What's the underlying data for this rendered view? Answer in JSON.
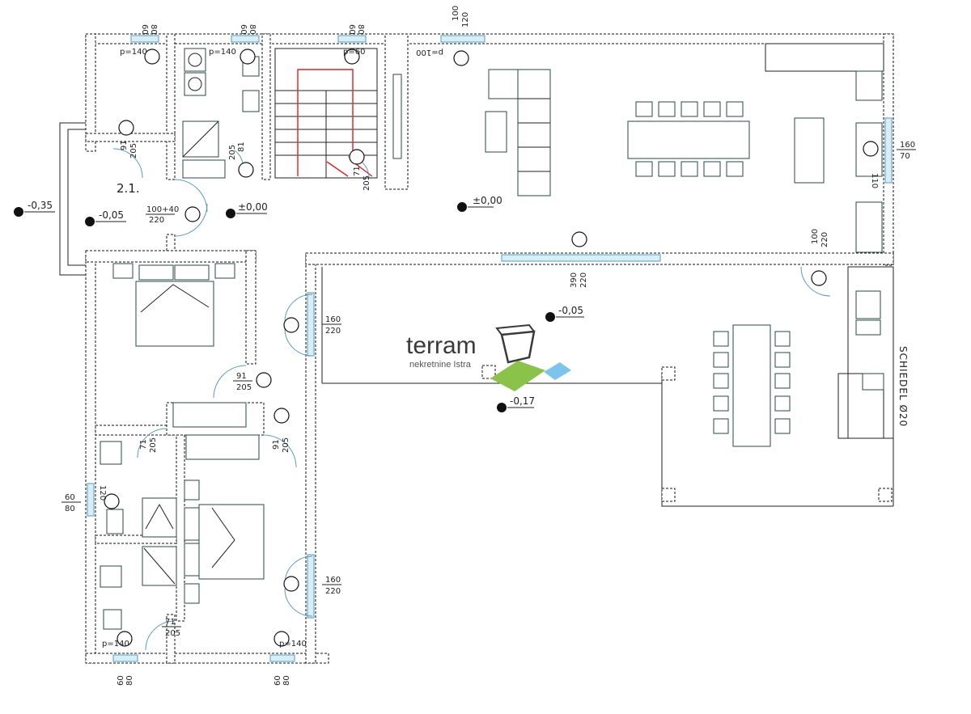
{
  "plan": {
    "room_number": "2.1.",
    "brand": {
      "name": "terram",
      "tagline": "nekretnine Istra",
      "colors": {
        "green": "#8bc34a",
        "blue": "#7cc4ec",
        "dark": "#3a3a3a"
      }
    },
    "chimney_note": "SCHIEDEL Ø20",
    "levels": {
      "west_outside": "-0,35",
      "entry": "-0,05",
      "hall": "±0,00",
      "living": "±0,00",
      "terrace": "-0,05",
      "terrace_low": "-0,17"
    },
    "parapets": {
      "wc": "p=140",
      "laundry": "p=140",
      "stairs": "p=60",
      "living": "p=100",
      "bath_bottom": "p=140",
      "bed_bottom": "p=140"
    },
    "openings": {
      "top_1": [
        "60",
        "80"
      ],
      "top_2": [
        "60",
        "80"
      ],
      "top_3": [
        "60",
        "80"
      ],
      "top_4": [
        "100",
        "120"
      ],
      "kitchen": [
        "160",
        "70"
      ],
      "kitchen_side": "110",
      "wc_door": [
        "91",
        "205"
      ],
      "laundry_door": [
        "81",
        "205"
      ],
      "stair_door": [
        "71",
        "205"
      ],
      "hall_door": [
        "100+40",
        "220"
      ],
      "terrace_door": [
        "100",
        "220"
      ],
      "slider": [
        "390",
        "220"
      ],
      "bed1_door": [
        "160",
        "220"
      ],
      "bed1_inner": [
        "91",
        "205"
      ],
      "bed2_inner": [
        "91",
        "205"
      ],
      "bed2_door": [
        "160",
        "220"
      ],
      "bath_door": [
        "71",
        "205"
      ],
      "bath2_door": [
        "71",
        "205"
      ],
      "bath_window": [
        "60",
        "80"
      ],
      "bath_side": "120",
      "bottom_1": [
        "60",
        "80"
      ],
      "bottom_2": [
        "60",
        "80"
      ]
    }
  }
}
